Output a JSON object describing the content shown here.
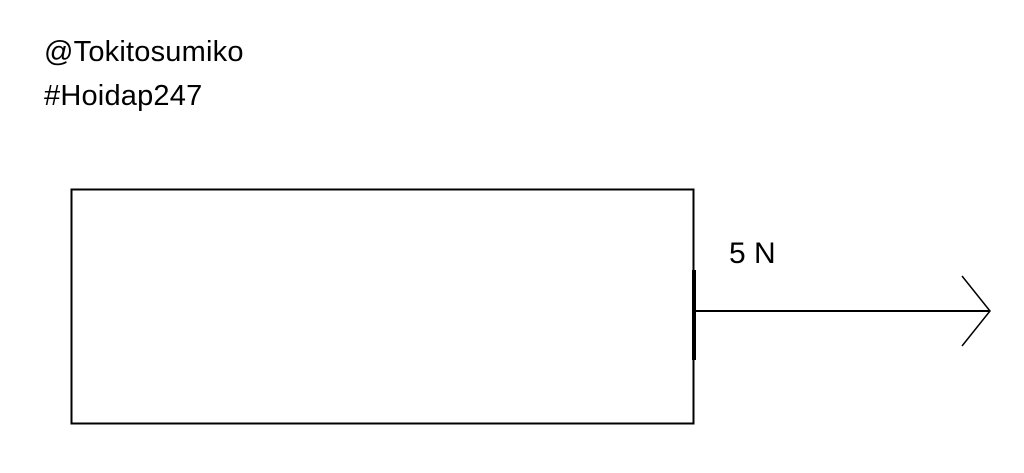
{
  "watermark": {
    "handle": "@Tokitosumiko",
    "tag": "#Hoidap247"
  },
  "diagram": {
    "force_label": "5 N",
    "stroke_color": "#000000",
    "background_color": "#ffffff"
  }
}
